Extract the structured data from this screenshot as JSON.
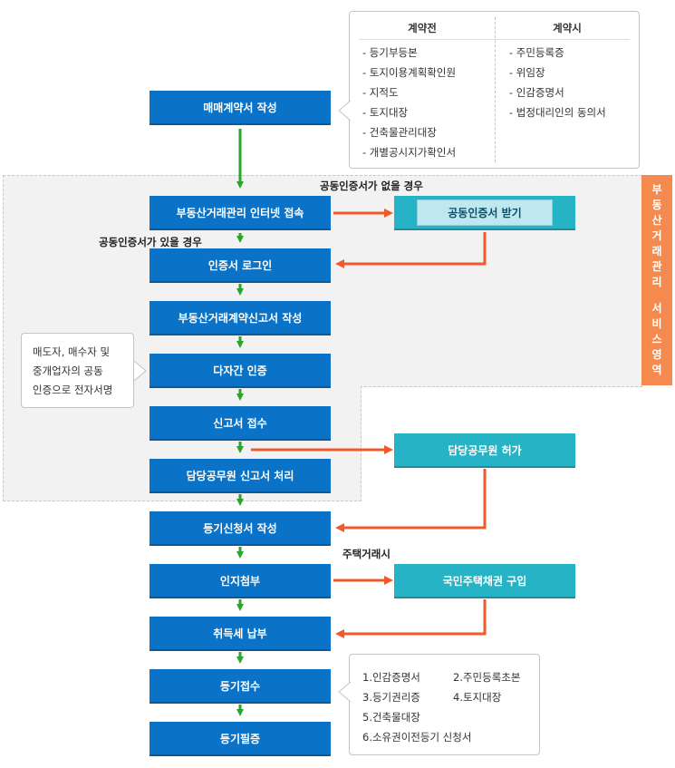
{
  "colors": {
    "primary_step": "#0a73c8",
    "side_step": "#26b3c6",
    "arrow_green": "#2aa42a",
    "arrow_orange": "#f05a28",
    "zone_tab": "#f58a4f"
  },
  "steps": [
    "매매계약서 작성",
    "부동산거래관리 인터넷 접속",
    "인증서 로그인",
    "부동산거래계약신고서 작성",
    "다자간 인증",
    "신고서 접수",
    "담당공무원 신고서 처리",
    "등기신청서 작성",
    "인지첨부",
    "취득세 납부",
    "등기접수",
    "등기필증"
  ],
  "side_steps": {
    "cert": "공동인증서 받기",
    "permit": "담당공무원 허가",
    "bond": "국민주택채권 구입"
  },
  "labels": {
    "no_cert": "공동인증서가 없을 경우",
    "has_cert": "공동인증서가 있을 경우",
    "housing": "주택거래시"
  },
  "zone_tab": {
    "top": "부동산거래관리",
    "bottom": "서비스영역"
  },
  "docs": {
    "before_title": "계약전",
    "during_title": "계약시",
    "before": [
      "- 등기부등본",
      "- 토지이용계획확인원",
      "- 지적도",
      "- 토지대장",
      "- 건축물관리대장",
      "- 개별공시지가확인서"
    ],
    "during": [
      "- 주민등록증",
      "- 위임장",
      "- 인감증명서",
      "- 법정대리인의 동의서"
    ]
  },
  "sign_note": [
    "매도자, 매수자 및",
    "중개업자의 공동",
    "인증으로 전자서명"
  ],
  "reg_docs": {
    "row1a": "1.인감증명서",
    "row1b": "2.주민등록초본",
    "row2a": "3.등기권리증",
    "row2b": "4.토지대장",
    "row3": "5.건축물대장",
    "row4": "6.소유권이전등기 신청서"
  }
}
